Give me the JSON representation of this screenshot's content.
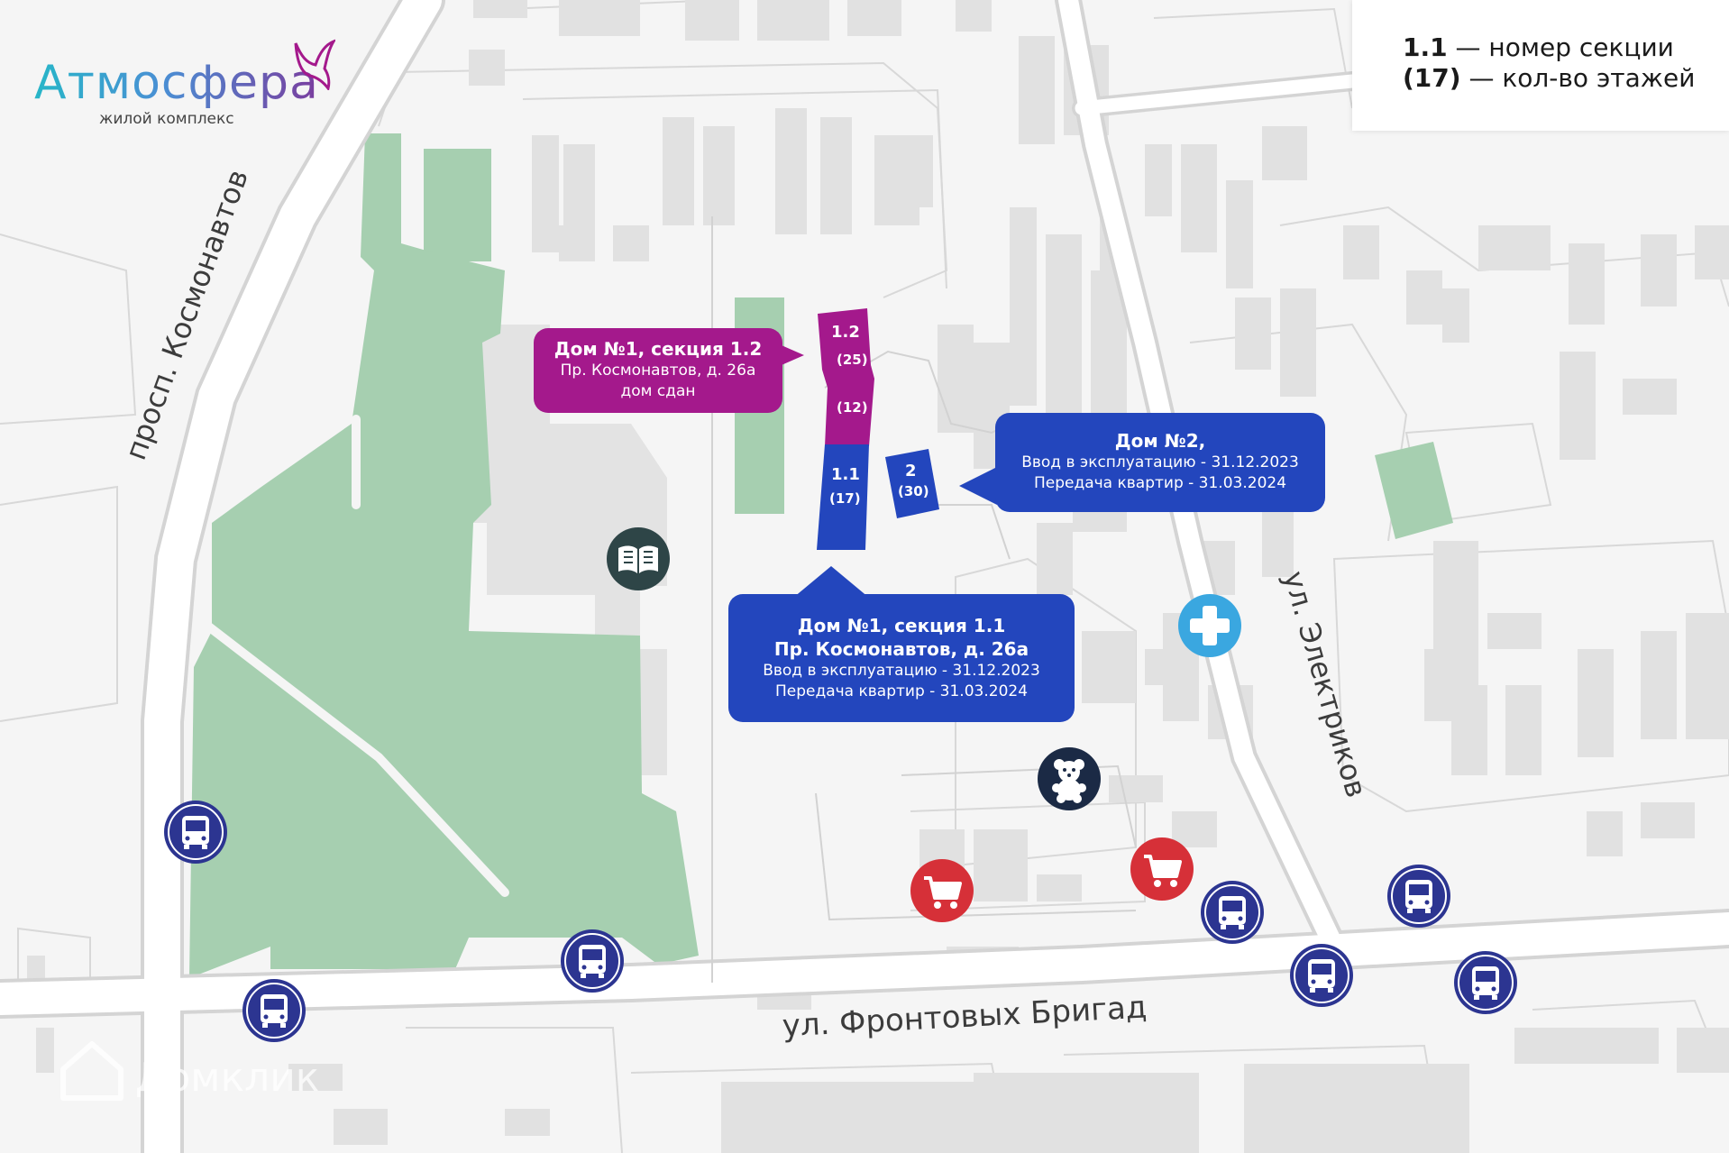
{
  "logo": {
    "name": "Атмосфера",
    "subtitle": "жилой комплекс"
  },
  "legend": {
    "line1_bold": "1.1",
    "line1_text": " — номер секции",
    "line2_bold": "(17)",
    "line2_text": " — кол-во этажей"
  },
  "streets": {
    "kosmonavtov": "просп. Космонавтов",
    "elektrikov": "ул. Электриков",
    "frontovykh": "ул. Фронтовых Бригад"
  },
  "buildings": {
    "section_1_2": {
      "number": "1.2",
      "floors_a": "(25)",
      "floors_b": "(12)"
    },
    "section_1_1": {
      "number": "1.1",
      "floors": "(17)"
    },
    "house_2": {
      "number": "2",
      "floors": "(30)"
    }
  },
  "callouts": {
    "house1_sec12": {
      "title": "Дом №1, секция 1.2",
      "line1": "Пр. Космонавтов, д. 26а",
      "line2": "дом сдан"
    },
    "house2": {
      "title": "Дом №2,",
      "line1": "Ввод в эксплуатацию - 31.12.2023",
      "line2": "Передача квартир - 31.03.2024"
    },
    "house1_sec11": {
      "title": "Дом №1, секция 1.1",
      "title2": "Пр. Космонавтов, д. 26а",
      "line1": "Ввод в эксплуатацию - 31.12.2023",
      "line2": "Передача квартир - 31.03.2024"
    }
  },
  "pois": [
    "book-icon",
    "medical-cross-icon",
    "teddy-bear-icon",
    "shopping-cart-icon",
    "bus-icon"
  ],
  "watermark": "Домклик",
  "colors": {
    "purple": "#a4198c",
    "blue": "#2346bd",
    "park": "#a6cfb0",
    "bus": "#2c3591",
    "shop": "#d63038",
    "medical": "#3aa7e0",
    "dark_poi": "#1b2a45"
  }
}
